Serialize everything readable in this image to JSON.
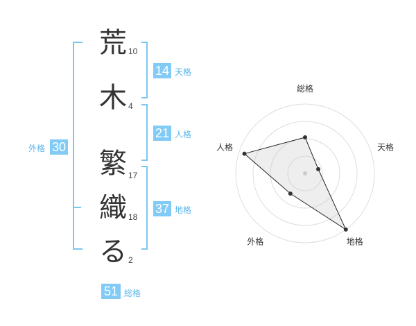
{
  "name_chars": [
    {
      "char": "荒",
      "strokes": "10"
    },
    {
      "char": "木",
      "strokes": "4"
    },
    {
      "char": "繁",
      "strokes": "17"
    },
    {
      "char": "織",
      "strokes": "18"
    },
    {
      "char": "る",
      "strokes": "2"
    }
  ],
  "kakusu": {
    "tenkaku": {
      "value": "14",
      "label": "天格"
    },
    "jinkaku": {
      "value": "21",
      "label": "人格"
    },
    "chikaku": {
      "value": "37",
      "label": "地格"
    },
    "gaikaku": {
      "value": "30",
      "label": "外格"
    },
    "soukaku": {
      "value": "51",
      "label": "総格"
    }
  },
  "colors": {
    "accent": "#82cbf6",
    "bracket": "#7cc7f0",
    "label": "#5bb6ea"
  },
  "chart_data": {
    "type": "radar",
    "axes": [
      "総格",
      "天格",
      "地格",
      "外格",
      "人格"
    ],
    "values": [
      2.6,
      1.0,
      5.0,
      1.8,
      4.6
    ],
    "range": [
      0,
      5
    ],
    "rings": 4,
    "grid": true
  }
}
